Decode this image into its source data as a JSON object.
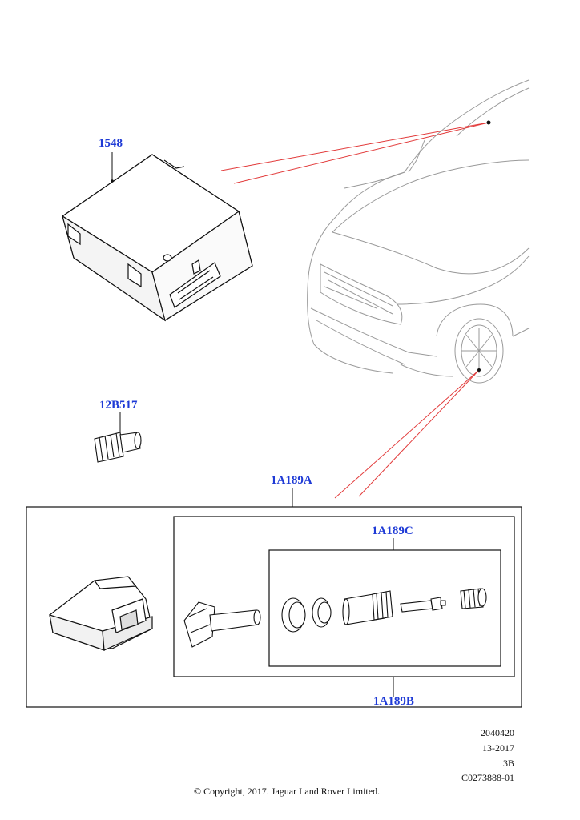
{
  "labels": {
    "module": "1548",
    "valve_cap_part": "12B517",
    "sensor_kit": "1A189A",
    "valve_kit": "1A189B",
    "service_kit": "1A189C"
  },
  "meta": {
    "line1": "2040420",
    "line2": "13-2017",
    "line3": "3B",
    "line4": "C0273888-01"
  },
  "copyright": "© Copyright, 2017. Jaguar Land Rover Limited.",
  "colors": {
    "label": "#1f3bd6",
    "leader": "#e23a3a",
    "outline": "#111111",
    "vehicle": "#9a9a9a"
  }
}
